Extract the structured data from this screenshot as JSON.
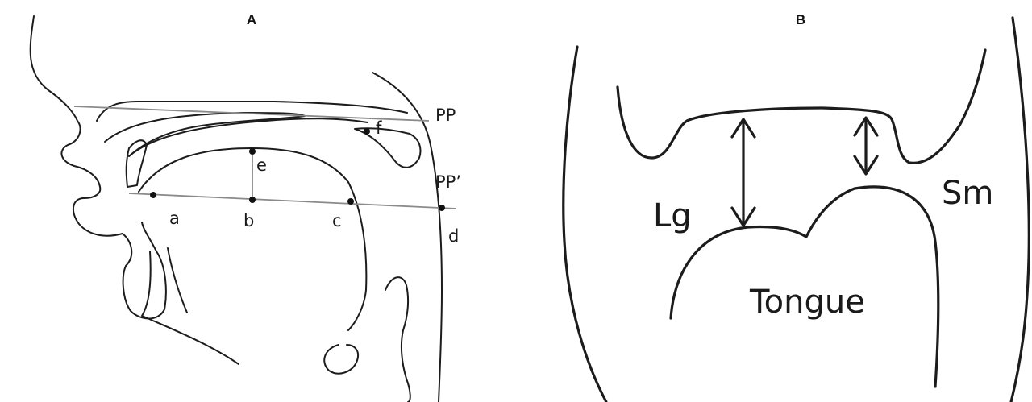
{
  "panels": {
    "a": {
      "title": "A",
      "lines": {
        "pp": "PP",
        "pp_prime": "PP’"
      },
      "points": {
        "a": "a",
        "b": "b",
        "c": "c",
        "d": "d",
        "e": "e",
        "f": "f"
      }
    },
    "b": {
      "title": "B",
      "labels": {
        "lg": "Lg",
        "sm": "Sm",
        "tongue": "Tongue"
      }
    }
  },
  "colors": {
    "ink": "#1c1c1c",
    "reference_line": "#8a8a8a"
  }
}
